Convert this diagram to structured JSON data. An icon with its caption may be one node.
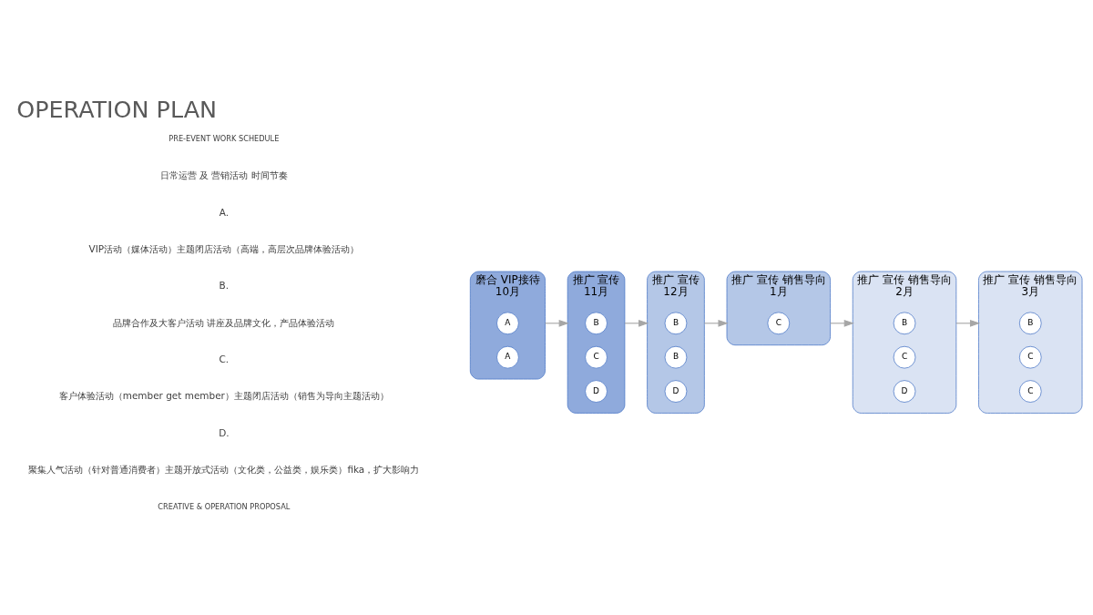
{
  "diagram": {
    "title": "OPERATION PLAN",
    "nodes": [
      {
        "text": [
          "磨合 VIP接待",
          "10月"
        ]
      },
      {
        "text": [
          "A"
        ],
        "in": 0
      },
      {
        "text": [
          "A"
        ],
        "in": 0
      },
      {
        "text": [
          "推广 宣传",
          "11月"
        ]
      },
      {
        "text": [
          "B"
        ],
        "in": 3
      },
      {
        "text": [
          "C"
        ],
        "in": 3
      },
      {
        "text": [
          "D"
        ],
        "in": 3
      },
      {
        "text": [
          "推广 宣传",
          "12月"
        ]
      },
      {
        "text": [
          "B"
        ],
        "in": 7
      },
      {
        "text": [
          "B"
        ],
        "in": 7
      },
      {
        "text": [
          "D"
        ],
        "in": 7
      },
      {
        "text": [
          "推广 宣传 销售导向",
          "1月"
        ]
      },
      {
        "text": [
          "C"
        ],
        "in": 11
      },
      {
        "text": [
          "推广 宣传 销售导向",
          "2月"
        ]
      },
      {
        "text": [
          "B"
        ],
        "in": 13
      },
      {
        "text": [
          "C"
        ],
        "in": 13
      },
      {
        "text": [
          "D"
        ],
        "in": 13
      },
      {
        "text": [
          "推广 宣传 销售导向",
          "3月"
        ]
      },
      {
        "text": [
          "B"
        ],
        "in": 17
      },
      {
        "text": [
          "C"
        ],
        "in": 17
      },
      {
        "text": [
          "C"
        ],
        "in": 17
      }
    ],
    "edges": [
      {
        "from": 0,
        "to": 3,
        "arrow": "to"
      },
      {
        "from": 3,
        "to": 7,
        "arrow": "to"
      },
      {
        "from": 7,
        "to": 11,
        "arrow": "to"
      },
      {
        "from": 11,
        "to": 13,
        "arrow": "to"
      },
      {
        "from": 13,
        "to": 17,
        "arrow": "to"
      }
    ],
    "labels": [
      "PRE-EVENT WORK SCHEDULE",
      "日常运营 及 营销活动 时间节奏",
      "A.",
      "VIP活动（媒体活动）主题闭店活动（高端，高层次品牌体验活动）",
      "B.",
      "品牌合作及大客户活动 讲座及品牌文化，产品体验活动",
      "C.",
      "客户体验活动（member get member）主题闭店活动（销售为导向主题活动）",
      "D.",
      "聚集人气活动（针对普通消费者）主题开放式活动（文化类，公益类，娱乐类）fika，扩大影响力",
      "CREATIVE & OPERATION PROPOSAL"
    ]
  }
}
